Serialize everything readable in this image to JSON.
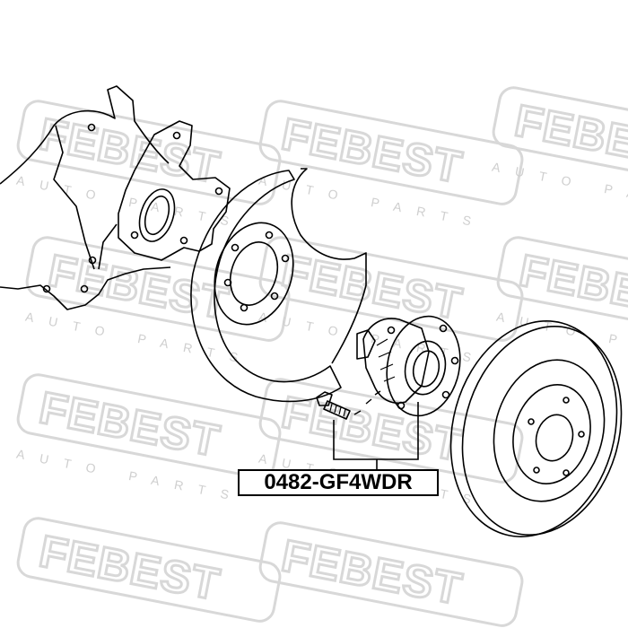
{
  "part_number": "0482-GF4WDR",
  "watermark": {
    "brand": "FEBEST",
    "tagline": "AUTO PARTS",
    "color": "#d8d8d8"
  },
  "line_color": "#000000"
}
